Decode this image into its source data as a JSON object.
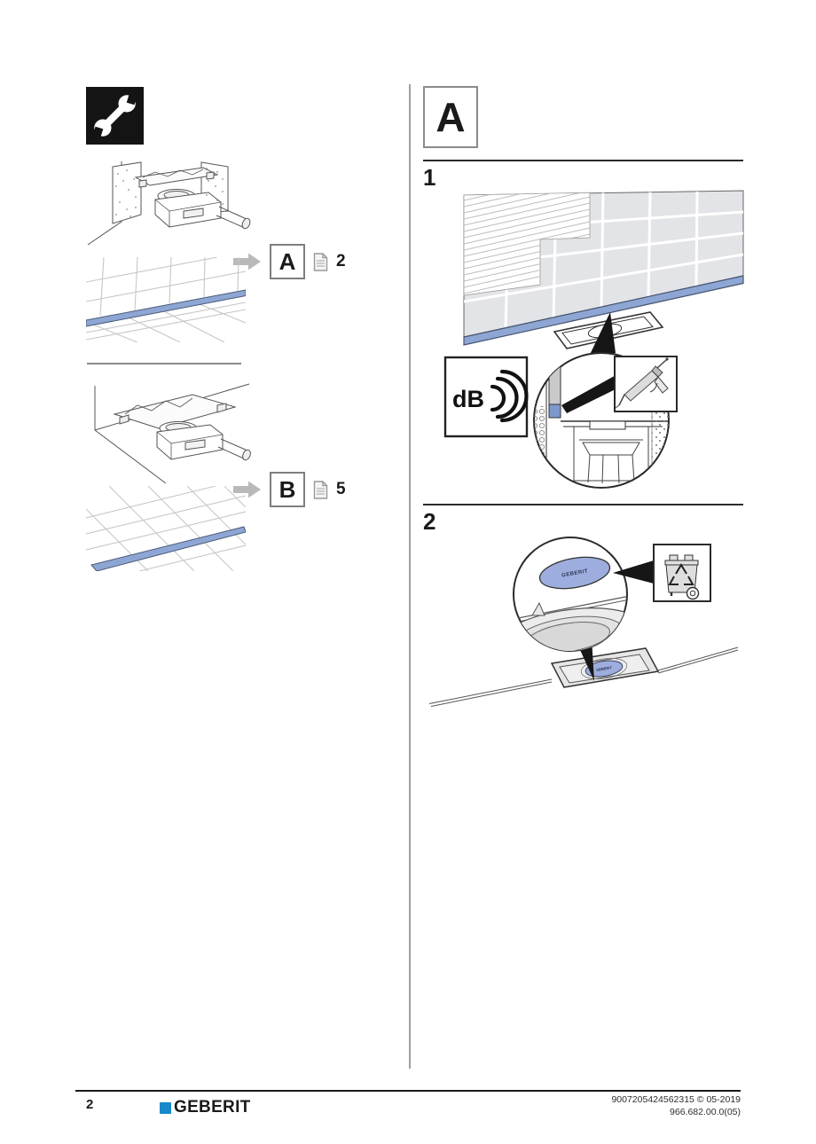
{
  "colors": {
    "accent_blue": "#8ea6d4",
    "sticker_blue": "#9daede",
    "brand_blue": "#1788c9",
    "line_dark": "#1a1a1a"
  },
  "overview": {
    "items": [
      {
        "variant_label": "A",
        "page_ref": "2"
      },
      {
        "variant_label": "B",
        "page_ref": "5"
      }
    ]
  },
  "section": {
    "label": "A"
  },
  "steps": [
    {
      "number": "1"
    },
    {
      "number": "2"
    }
  ],
  "icons": {
    "db_label": "dB",
    "sticker_text": "GEBERIT",
    "tool_icon": "wrench-icon",
    "disposal_icon": "recycle-bin-icon",
    "sealant_icon": "caulking-gun-icon"
  },
  "footer": {
    "page_number": "2",
    "brand": "GEBERIT",
    "code_line1": "9007205424562315 © 05-2019",
    "code_line2": "966.682.00.0(05)"
  }
}
